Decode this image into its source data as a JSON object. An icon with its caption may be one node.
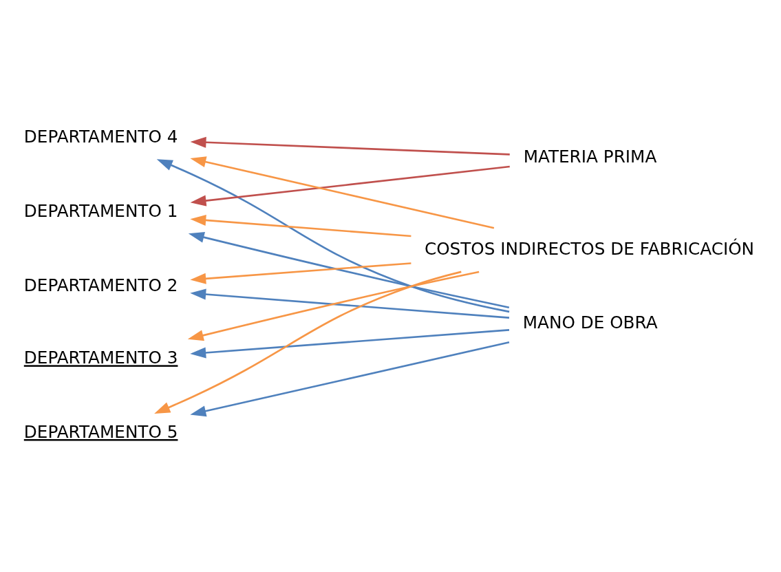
{
  "diagram": {
    "nodes": [
      {
        "text": [
          "MANO DE OBRA"
        ]
      },
      {
        "text": [
          "MATERIA PRIMA"
        ]
      },
      {
        "text": [
          "COSTOS INDIRECTOS DE FABRICACIÓN"
        ]
      },
      {
        "text": [
          "DEPARTAMENTO 1"
        ]
      },
      {
        "text": [
          "DEPARTAMENTO 2"
        ]
      },
      {
        "text": [
          "DEPARTAMENTO 3"
        ]
      },
      {
        "text": [
          "DEPARTAMENTO 4"
        ]
      },
      {
        "text": [
          "DEPARTAMENTO 5"
        ]
      }
    ],
    "edges": [
      {
        "from": 0,
        "to": 3,
        "arrow": "to",
        "color": "#4f81bd"
      },
      {
        "from": 1,
        "to": 3,
        "arrow": "to",
        "color": "#c0504d"
      },
      {
        "from": 2,
        "to": 3,
        "arrow": "to",
        "color": "#f79646"
      },
      {
        "from": 0,
        "to": 4,
        "arrow": "to",
        "color": "#4f81bd"
      },
      {
        "from": 2,
        "to": 4,
        "arrow": "to",
        "color": "#f79646"
      },
      {
        "from": 0,
        "to": 5,
        "arrow": "to",
        "color": "#4f81bd"
      },
      {
        "from": 2,
        "to": 5,
        "arrow": "to",
        "color": "#f79646"
      },
      {
        "from": 0,
        "to": 6,
        "arrow": "to",
        "color": "#4f81bd"
      },
      {
        "from": 1,
        "to": 6,
        "arrow": "to",
        "color": "#c0504d"
      },
      {
        "from": 2,
        "to": 6,
        "arrow": "to",
        "color": "#f79646"
      },
      {
        "from": 0,
        "to": 7,
        "arrow": "to",
        "color": "#4f81bd"
      },
      {
        "from": 2,
        "to": 7,
        "arrow": "to",
        "color": "#f79646"
      }
    ]
  }
}
